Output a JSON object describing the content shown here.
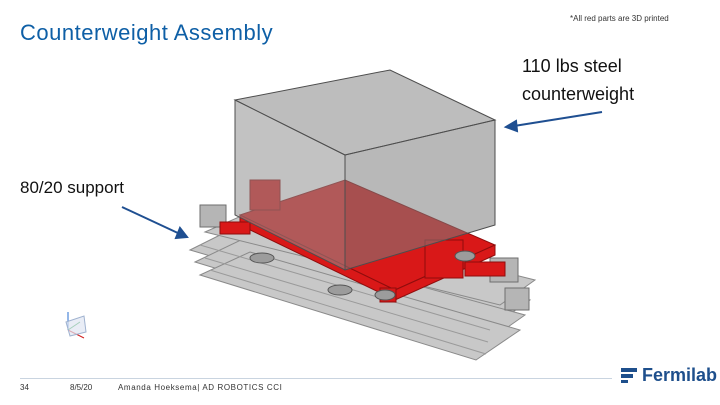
{
  "slide": {
    "title": "Counterweight Assembly",
    "note": "*All red parts are 3D printed",
    "callouts": {
      "counterweight_line1": "110 lbs steel",
      "counterweight_line2": "counterweight",
      "support": "80/20 support"
    },
    "footer": {
      "page": "34",
      "date": "8/5/20",
      "author": "Amanda Hoeksema| AD ROBOTICS CCI",
      "brand": "Fermilab"
    }
  },
  "colors": {
    "title": "#0e5fa6",
    "arrow": "#1f4f91",
    "printed_parts": "#d91818",
    "counterweight_box": "#8f8f8f",
    "rails": "#c8c8c8",
    "brand": "#1e4f8c"
  }
}
